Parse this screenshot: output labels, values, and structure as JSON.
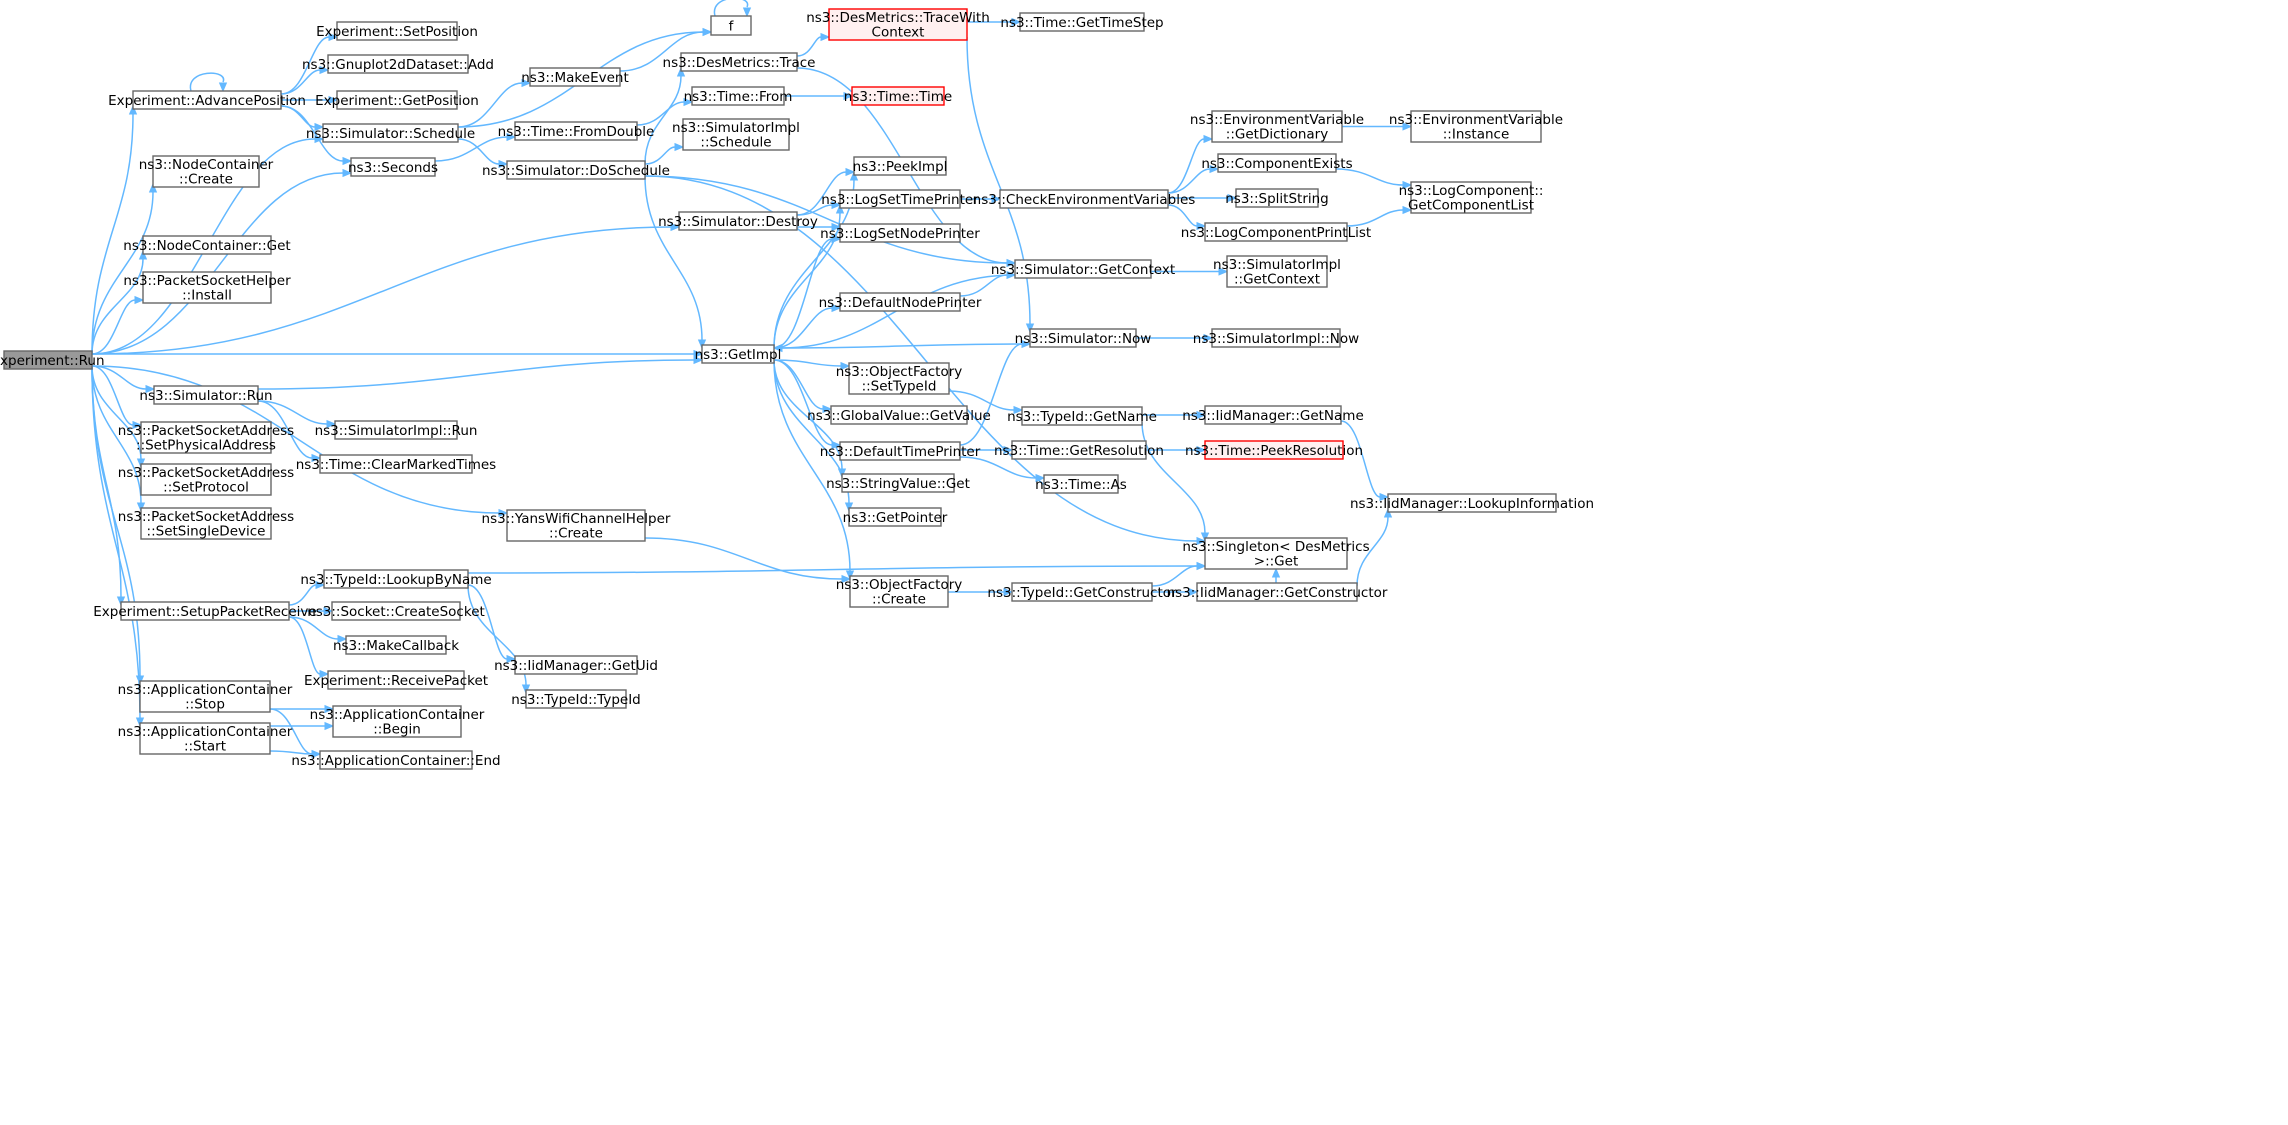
{
  "diagram": {
    "colors": {
      "edge": "#63b8ff",
      "node_border": "#666666",
      "root_fill": "#999999",
      "highlight_border": "#ff0000",
      "highlight_fill": "#fff0f0"
    },
    "nodes": [
      {
        "id": "run",
        "lines": [
          "Experiment::Run"
        ],
        "style": "root"
      },
      {
        "id": "advpos",
        "lines": [
          "Experiment::AdvancePosition"
        ]
      },
      {
        "id": "setpos",
        "lines": [
          "Experiment::SetPosition"
        ]
      },
      {
        "id": "gnuplot",
        "lines": [
          "ns3::Gnuplot2dDataset::Add"
        ]
      },
      {
        "id": "getpos",
        "lines": [
          "Experiment::GetPosition"
        ]
      },
      {
        "id": "schedule",
        "lines": [
          "ns3::Simulator::Schedule"
        ]
      },
      {
        "id": "seconds",
        "lines": [
          "ns3::Seconds"
        ]
      },
      {
        "id": "f",
        "lines": [
          "f"
        ]
      },
      {
        "id": "makeevent",
        "lines": [
          "ns3::MakeEvent"
        ]
      },
      {
        "id": "fromdouble",
        "lines": [
          "ns3::Time::FromDouble"
        ]
      },
      {
        "id": "doschedule",
        "lines": [
          "ns3::Simulator::DoSchedule"
        ]
      },
      {
        "id": "desmtrace",
        "lines": [
          "ns3::DesMetrics::Trace"
        ]
      },
      {
        "id": "tracewc",
        "lines": [
          "ns3::DesMetrics::TraceWith",
          "Context"
        ],
        "style": "red"
      },
      {
        "id": "gettimestep",
        "lines": [
          "ns3::Time::GetTimeStep"
        ]
      },
      {
        "id": "timefrom",
        "lines": [
          "ns3::Time::From"
        ]
      },
      {
        "id": "timetime",
        "lines": [
          "ns3::Time::Time"
        ],
        "style": "red"
      },
      {
        "id": "simimplsched",
        "lines": [
          "ns3::SimulatorImpl",
          "::Schedule"
        ]
      },
      {
        "id": "nccreate",
        "lines": [
          "ns3::NodeContainer",
          "::Create"
        ]
      },
      {
        "id": "ncget",
        "lines": [
          "ns3::NodeContainer::Get"
        ]
      },
      {
        "id": "pshinstall",
        "lines": [
          "ns3::PacketSocketHelper",
          "::Install"
        ]
      },
      {
        "id": "destroy",
        "lines": [
          "ns3::Simulator::Destroy"
        ]
      },
      {
        "id": "peekimpl",
        "lines": [
          "ns3::PeekImpl"
        ]
      },
      {
        "id": "logsettime",
        "lines": [
          "ns3::LogSetTimePrinter"
        ]
      },
      {
        "id": "logsetnode",
        "lines": [
          "ns3::LogSetNodePrinter"
        ]
      },
      {
        "id": "checkenv",
        "lines": [
          "ns3::CheckEnvironmentVariables"
        ]
      },
      {
        "id": "envgetdict",
        "lines": [
          "ns3::EnvironmentVariable",
          "::GetDictionary"
        ]
      },
      {
        "id": "envinstance",
        "lines": [
          "ns3::EnvironmentVariable",
          "::Instance"
        ]
      },
      {
        "id": "compexists",
        "lines": [
          "ns3::ComponentExists"
        ]
      },
      {
        "id": "splitstring",
        "lines": [
          "ns3::SplitString"
        ]
      },
      {
        "id": "logcompprint",
        "lines": [
          "ns3::LogComponentPrintList"
        ]
      },
      {
        "id": "getcomplist",
        "lines": [
          "ns3::LogComponent::",
          "GetComponentList"
        ]
      },
      {
        "id": "simgetctx",
        "lines": [
          "ns3::Simulator::GetContext"
        ]
      },
      {
        "id": "simimplgetctx",
        "lines": [
          "ns3::SimulatorImpl",
          "::GetContext"
        ]
      },
      {
        "id": "defnodeprinter",
        "lines": [
          "ns3::DefaultNodePrinter"
        ]
      },
      {
        "id": "simnow",
        "lines": [
          "ns3::Simulator::Now"
        ]
      },
      {
        "id": "simimplnow",
        "lines": [
          "ns3::SimulatorImpl::Now"
        ]
      },
      {
        "id": "getimpl",
        "lines": [
          "ns3::GetImpl"
        ]
      },
      {
        "id": "simrun",
        "lines": [
          "ns3::Simulator::Run"
        ]
      },
      {
        "id": "simimplrun",
        "lines": [
          "ns3::SimulatorImpl::Run"
        ]
      },
      {
        "id": "clearmarked",
        "lines": [
          "ns3::Time::ClearMarkedTimes"
        ]
      },
      {
        "id": "ofsettypeid",
        "lines": [
          "ns3::ObjectFactory",
          "::SetTypeId"
        ]
      },
      {
        "id": "globalval",
        "lines": [
          "ns3::GlobalValue::GetValue"
        ]
      },
      {
        "id": "deftimeprinter",
        "lines": [
          "ns3::DefaultTimePrinter"
        ]
      },
      {
        "id": "stringvalget",
        "lines": [
          "ns3::StringValue::Get"
        ]
      },
      {
        "id": "getpointer",
        "lines": [
          "ns3::GetPointer"
        ]
      },
      {
        "id": "typeidgetname",
        "lines": [
          "ns3::TypeId::GetName"
        ]
      },
      {
        "id": "iidgetname",
        "lines": [
          "ns3::IidManager::GetName"
        ]
      },
      {
        "id": "timegetres",
        "lines": [
          "ns3::Time::GetResolution"
        ]
      },
      {
        "id": "peekres",
        "lines": [
          "ns3::Time::PeekResolution"
        ],
        "style": "red"
      },
      {
        "id": "timeas",
        "lines": [
          "ns3::Time::As"
        ]
      },
      {
        "id": "lookupinfo",
        "lines": [
          "ns3::IidManager::LookupInformation"
        ]
      },
      {
        "id": "singleton",
        "lines": [
          "ns3::Singleton< DesMetrics",
          "  >::Get"
        ]
      },
      {
        "id": "psasetphys",
        "lines": [
          "ns3::PacketSocketAddress",
          "::SetPhysicalAddress"
        ]
      },
      {
        "id": "psasetproto",
        "lines": [
          "ns3::PacketSocketAddress",
          "::SetProtocol"
        ]
      },
      {
        "id": "psasetsingle",
        "lines": [
          "ns3::PacketSocketAddress",
          "::SetSingleDevice"
        ]
      },
      {
        "id": "yanscreate",
        "lines": [
          "ns3::YansWifiChannelHelper",
          "::Create"
        ]
      },
      {
        "id": "ofcreate",
        "lines": [
          "ns3::ObjectFactory",
          "::Create"
        ]
      },
      {
        "id": "typeidgetctor",
        "lines": [
          "ns3::TypeId::GetConstructor"
        ]
      },
      {
        "id": "iidgetctor",
        "lines": [
          "ns3::IidManager::GetConstructor"
        ]
      },
      {
        "id": "setuprecv",
        "lines": [
          "Experiment::SetupPacketReceive"
        ]
      },
      {
        "id": "lookupbyname",
        "lines": [
          "ns3::TypeId::LookupByName"
        ]
      },
      {
        "id": "createsocket",
        "lines": [
          "ns3::Socket::CreateSocket"
        ]
      },
      {
        "id": "makecallback",
        "lines": [
          "ns3::MakeCallback"
        ]
      },
      {
        "id": "recvpacket",
        "lines": [
          "Experiment::ReceivePacket"
        ]
      },
      {
        "id": "iidgetuid",
        "lines": [
          "ns3::IidManager::GetUid"
        ]
      },
      {
        "id": "typeidtypeid",
        "lines": [
          "ns3::TypeId::TypeId"
        ]
      },
      {
        "id": "acstop",
        "lines": [
          "ns3::ApplicationContainer",
          "::Stop"
        ]
      },
      {
        "id": "acbegin",
        "lines": [
          "ns3::ApplicationContainer",
          "::Begin"
        ]
      },
      {
        "id": "acstart",
        "lines": [
          "ns3::ApplicationContainer",
          "::Start"
        ]
      },
      {
        "id": "acend",
        "lines": [
          "ns3::ApplicationContainer::End"
        ]
      }
    ],
    "edges": [
      [
        "run",
        "advpos"
      ],
      [
        "run",
        "schedule"
      ],
      [
        "run",
        "seconds"
      ],
      [
        "run",
        "nccreate"
      ],
      [
        "run",
        "ncget"
      ],
      [
        "run",
        "pshinstall"
      ],
      [
        "run",
        "destroy"
      ],
      [
        "run",
        "getimpl"
      ],
      [
        "run",
        "simrun"
      ],
      [
        "run",
        "psasetphys"
      ],
      [
        "run",
        "psasetproto"
      ],
      [
        "run",
        "psasetsingle"
      ],
      [
        "run",
        "yanscreate"
      ],
      [
        "run",
        "setuprecv"
      ],
      [
        "run",
        "acstop"
      ],
      [
        "run",
        "acstart"
      ],
      [
        "advpos",
        "advpos"
      ],
      [
        "advpos",
        "setpos"
      ],
      [
        "advpos",
        "gnuplot"
      ],
      [
        "advpos",
        "getpos"
      ],
      [
        "advpos",
        "schedule"
      ],
      [
        "advpos",
        "seconds"
      ],
      [
        "schedule",
        "f"
      ],
      [
        "schedule",
        "makeevent"
      ],
      [
        "schedule",
        "doschedule"
      ],
      [
        "seconds",
        "fromdouble"
      ],
      [
        "makeevent",
        "f"
      ],
      [
        "f",
        "f"
      ],
      [
        "fromdouble",
        "timefrom"
      ],
      [
        "timefrom",
        "timetime"
      ],
      [
        "doschedule",
        "desmtrace"
      ],
      [
        "doschedule",
        "simimplsched"
      ],
      [
        "doschedule",
        "simgetctx"
      ],
      [
        "doschedule",
        "getimpl"
      ],
      [
        "doschedule",
        "singleton"
      ],
      [
        "desmtrace",
        "tracewc"
      ],
      [
        "desmtrace",
        "simgetctx"
      ],
      [
        "tracewc",
        "gettimestep"
      ],
      [
        "tracewc",
        "simnow"
      ],
      [
        "destroy",
        "peekimpl"
      ],
      [
        "destroy",
        "logsettime"
      ],
      [
        "destroy",
        "logsetnode"
      ],
      [
        "logsettime",
        "checkenv"
      ],
      [
        "checkenv",
        "envgetdict"
      ],
      [
        "checkenv",
        "compexists"
      ],
      [
        "checkenv",
        "splitstring"
      ],
      [
        "checkenv",
        "logcompprint"
      ],
      [
        "envgetdict",
        "envinstance"
      ],
      [
        "compexists",
        "getcomplist"
      ],
      [
        "logcompprint",
        "getcomplist"
      ],
      [
        "simgetctx",
        "getimpl"
      ],
      [
        "simgetctx",
        "simimplgetctx"
      ],
      [
        "defnodeprinter",
        "simgetctx"
      ],
      [
        "simnow",
        "getimpl"
      ],
      [
        "simnow",
        "simimplnow"
      ],
      [
        "getimpl",
        "peekimpl"
      ],
      [
        "getimpl",
        "logsettime"
      ],
      [
        "getimpl",
        "logsetnode"
      ],
      [
        "getimpl",
        "defnodeprinter"
      ],
      [
        "getimpl",
        "ofsettypeid"
      ],
      [
        "getimpl",
        "globalval"
      ],
      [
        "getimpl",
        "deftimeprinter"
      ],
      [
        "getimpl",
        "stringvalget"
      ],
      [
        "getimpl",
        "getpointer"
      ],
      [
        "getimpl",
        "ofcreate"
      ],
      [
        "simrun",
        "getimpl"
      ],
      [
        "simrun",
        "simimplrun"
      ],
      [
        "simrun",
        "clearmarked"
      ],
      [
        "ofsettypeid",
        "typeidgetname"
      ],
      [
        "deftimeprinter",
        "simnow"
      ],
      [
        "deftimeprinter",
        "timegetres"
      ],
      [
        "deftimeprinter",
        "timeas"
      ],
      [
        "typeidgetname",
        "iidgetname"
      ],
      [
        "typeidgetname",
        "singleton"
      ],
      [
        "iidgetname",
        "lookupinfo"
      ],
      [
        "timegetres",
        "peekres"
      ],
      [
        "yanscreate",
        "ofcreate"
      ],
      [
        "ofcreate",
        "typeidgetctor"
      ],
      [
        "typeidgetctor",
        "iidgetctor"
      ],
      [
        "typeidgetctor",
        "singleton"
      ],
      [
        "iidgetctor",
        "lookupinfo"
      ],
      [
        "iidgetctor",
        "singleton"
      ],
      [
        "setuprecv",
        "lookupbyname"
      ],
      [
        "setuprecv",
        "createsocket"
      ],
      [
        "setuprecv",
        "makecallback"
      ],
      [
        "setuprecv",
        "recvpacket"
      ],
      [
        "lookupbyname",
        "iidgetuid"
      ],
      [
        "lookupbyname",
        "typeidtypeid"
      ],
      [
        "lookupbyname",
        "singleton"
      ],
      [
        "acstop",
        "acbegin"
      ],
      [
        "acstop",
        "acend"
      ],
      [
        "acstart",
        "acbegin"
      ],
      [
        "acstart",
        "acend"
      ]
    ]
  }
}
